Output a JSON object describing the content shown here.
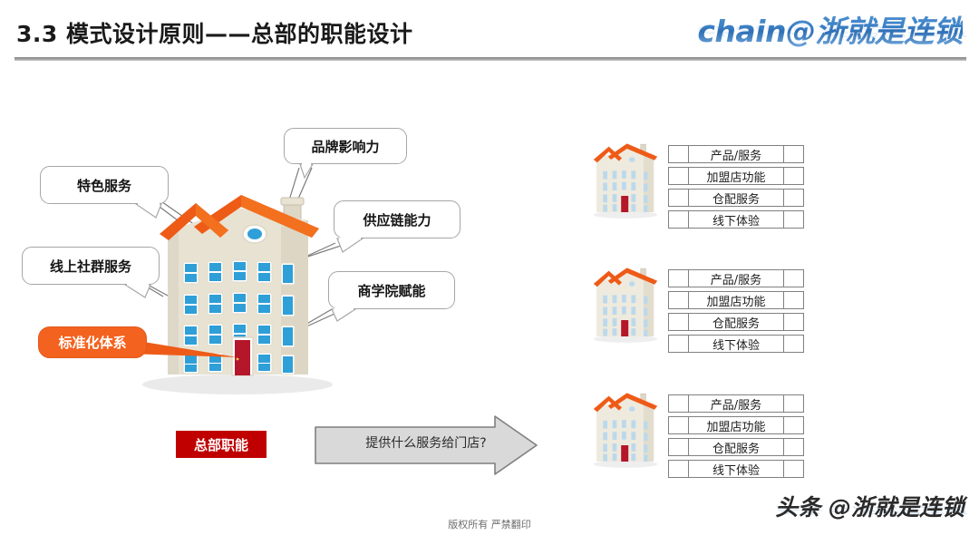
{
  "header": {
    "title": "3.3 模式设计原则——总部的职能设计",
    "brand": "chain@浙就是连锁",
    "brand_color": "#3a7fc4"
  },
  "diagram": {
    "callouts": [
      {
        "id": "brand-influence",
        "label": "品牌影响力",
        "style": "outline"
      },
      {
        "id": "featured-service",
        "label": "特色服务",
        "style": "outline"
      },
      {
        "id": "supply-chain",
        "label": "供应链能力",
        "style": "outline"
      },
      {
        "id": "online-community",
        "label": "线上社群服务",
        "style": "outline"
      },
      {
        "id": "business-school",
        "label": "商学院赋能",
        "style": "outline"
      },
      {
        "id": "standardization",
        "label": "标准化体系",
        "style": "orange",
        "color": "#f4621f"
      }
    ],
    "hq_label": {
      "label": "总部职能",
      "color": "#c00000"
    },
    "arrow": {
      "label": "提供什么服务给门店?",
      "fill": "#d9d9d9",
      "stroke": "#7f7f7f"
    },
    "building": {
      "roof_color": "#ee5b17",
      "wall_color": "#e8e2d2",
      "window_color": "#2f9fd8",
      "door_color": "#b4162a"
    }
  },
  "store_groups": [
    {
      "id": "store-group-1",
      "icon": "building-icon",
      "rows": [
        "产品/服务",
        "加盟店功能",
        "仓配服务",
        "线下体验"
      ]
    },
    {
      "id": "store-group-2",
      "icon": "building-icon",
      "rows": [
        "产品/服务",
        "加盟店功能",
        "仓配服务",
        "线下体验"
      ]
    },
    {
      "id": "store-group-3",
      "icon": "building-icon",
      "rows": [
        "产品/服务",
        "加盟店功能",
        "仓配服务",
        "线下体验"
      ]
    }
  ],
  "footer": {
    "copyright": "版权所有  严禁翻印",
    "watermark": "头条 @浙就是连锁"
  }
}
